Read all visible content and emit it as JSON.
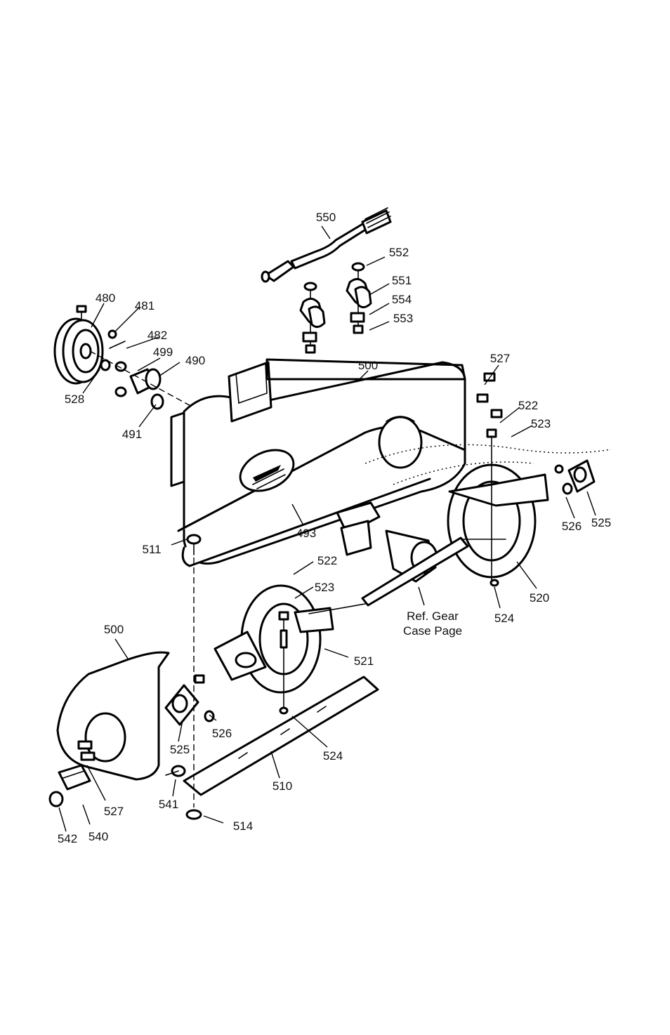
{
  "callouts": {
    "c550": "550",
    "c552": "552",
    "c551": "551",
    "c554": "554",
    "c553": "553",
    "c480": "480",
    "c481": "481",
    "c482": "482",
    "c499": "499",
    "c490": "490",
    "c528": "528",
    "c491": "491",
    "c500_top": "500",
    "c527_top": "527",
    "c522_top": "522",
    "c523_top": "523",
    "c526_right": "526",
    "c525_right": "525",
    "c493": "493",
    "c511": "511",
    "c522_mid": "522",
    "c523_mid": "523",
    "c520": "520",
    "c524_right": "524",
    "c521": "521",
    "c500_left": "500",
    "c525_left": "525",
    "c526_left": "526",
    "c524_mid": "524",
    "c510": "510",
    "c527_left": "527",
    "c541": "541",
    "c514": "514",
    "c542": "542",
    "c540": "540",
    "ref_gear": "Ref. Gear\nCase Page"
  }
}
